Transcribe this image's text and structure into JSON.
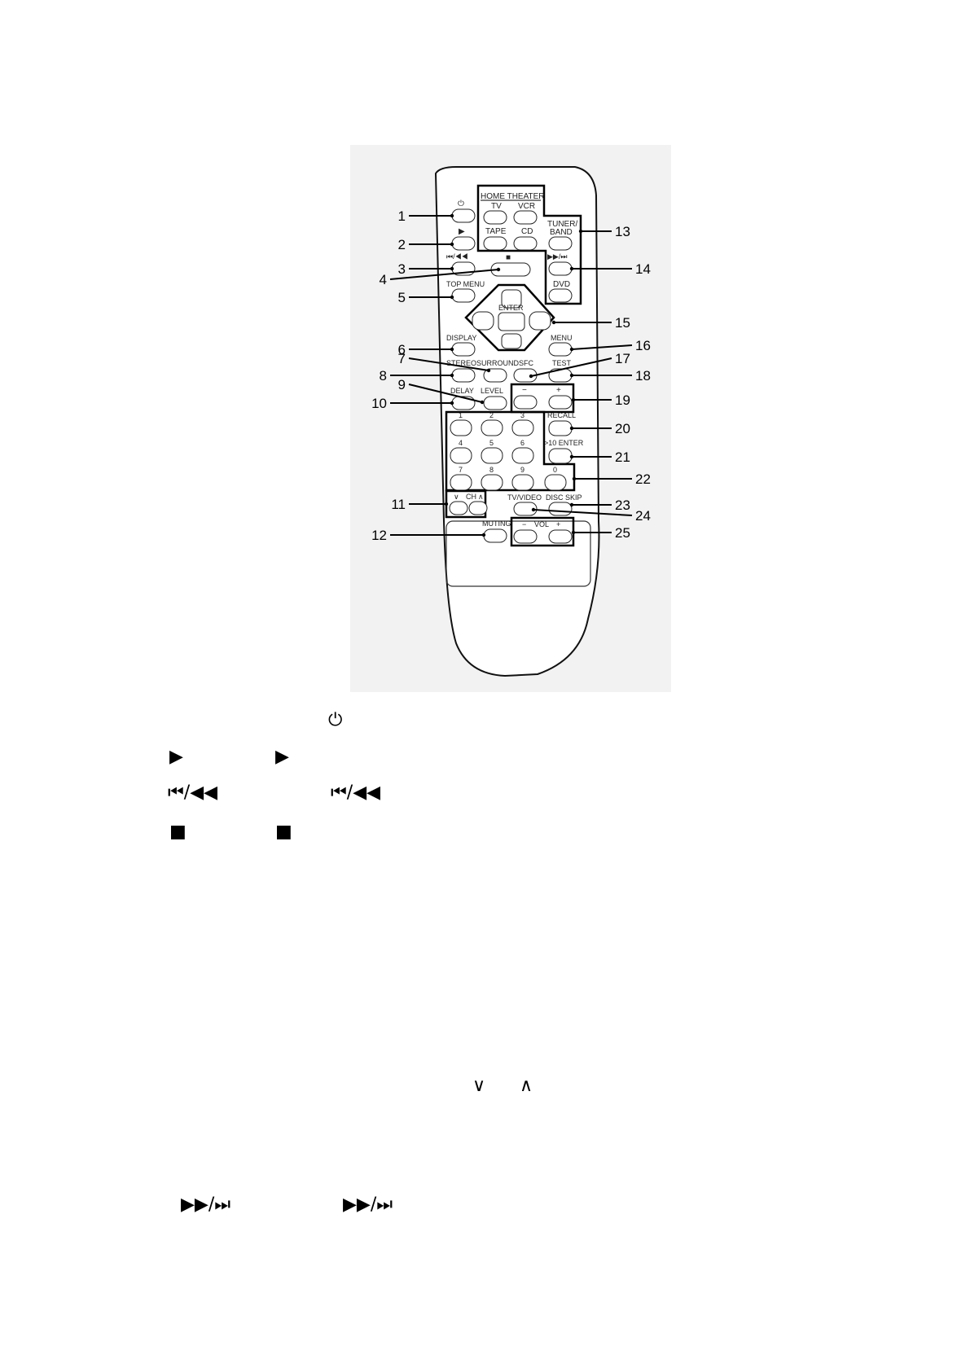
{
  "callouts": [
    "1",
    "2",
    "3",
    "4",
    "5",
    "6",
    "7",
    "8",
    "9",
    "10",
    "11",
    "12",
    "13",
    "14",
    "15",
    "16",
    "17",
    "18",
    "19",
    "20",
    "21",
    "22",
    "23",
    "24",
    "25"
  ],
  "remote_labels": {
    "home_theater": "HOME THEATER",
    "tv": "TV",
    "vcr": "VCR",
    "tape": "TAPE",
    "cd": "CD",
    "tuner_band_1": "TUNER/",
    "tuner_band_2": "BAND",
    "power": "⏻",
    "play": "▶",
    "skip_back": "⏮/◀◀",
    "stop": "■",
    "skip_fwd": "▶▶/⏭",
    "top_menu": "TOP MENU",
    "dvd": "DVD",
    "enter": "ENTER",
    "display": "DISPLAY",
    "menu": "MENU",
    "surround": "SURROUND",
    "sfc": "SFC",
    "stereo": "STEREO",
    "test": "TEST",
    "level": "LEVEL",
    "delay": "DELAY",
    "minus": "−",
    "plus": "+",
    "recall": "RECALL",
    "plus10_enter": ">10 ENTER",
    "digits": [
      "1",
      "2",
      "3",
      "4",
      "5",
      "6",
      "7",
      "8",
      "9",
      "0"
    ],
    "ch": "CH",
    "ch_down": "∨",
    "ch_up": "∧",
    "tv_video": "TV/VIDEO",
    "disc_skip": "DISC SKIP",
    "muting": "MUTING",
    "vol": "VOL"
  },
  "legend": {
    "power_symbol": "⏻",
    "play_a": "▶",
    "play_b": "▶",
    "skip_back_a": "⏮/◀◀",
    "skip_back_b": "⏮/◀◀",
    "stop_a": "■",
    "stop_b": "■",
    "ch_down": "∨",
    "ch_up": "∧",
    "skip_fwd_a": "▶▶/⏭",
    "skip_fwd_b": "▶▶/⏭"
  }
}
